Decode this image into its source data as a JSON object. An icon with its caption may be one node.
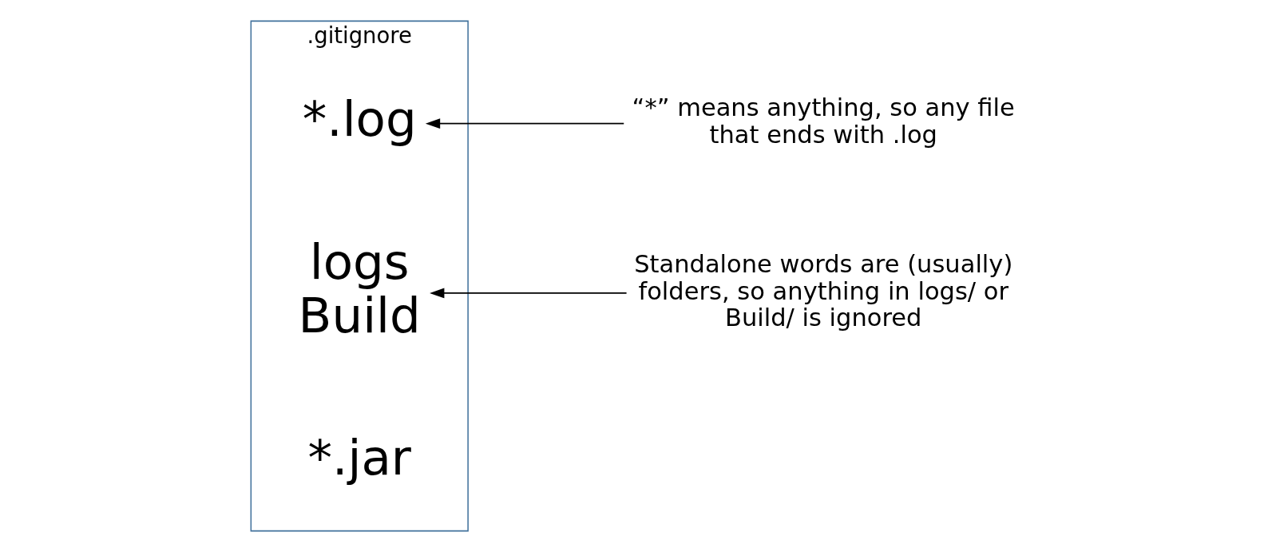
{
  "diagram": {
    "nodes": [
      {
        "text": [
          ".gitignore"
        ]
      },
      {
        "text": [
          "*.log"
        ],
        "in": 0
      },
      {
        "text": [
          "logs",
          "Build"
        ],
        "in": 0
      },
      {
        "text": [
          "*.jar"
        ],
        "in": 0
      },
      {
        "text": [
          "“*” means anything, so any file that ends with .log"
        ]
      },
      {
        "text": [
          "Standalone words are (usually) folders, so anything in logs/ or Build/ is ignored"
        ]
      }
    ],
    "edges": [
      {
        "from": 4,
        "to": 1,
        "arrow": "to"
      },
      {
        "from": 5,
        "to": 2,
        "arrow": "to"
      }
    ]
  }
}
